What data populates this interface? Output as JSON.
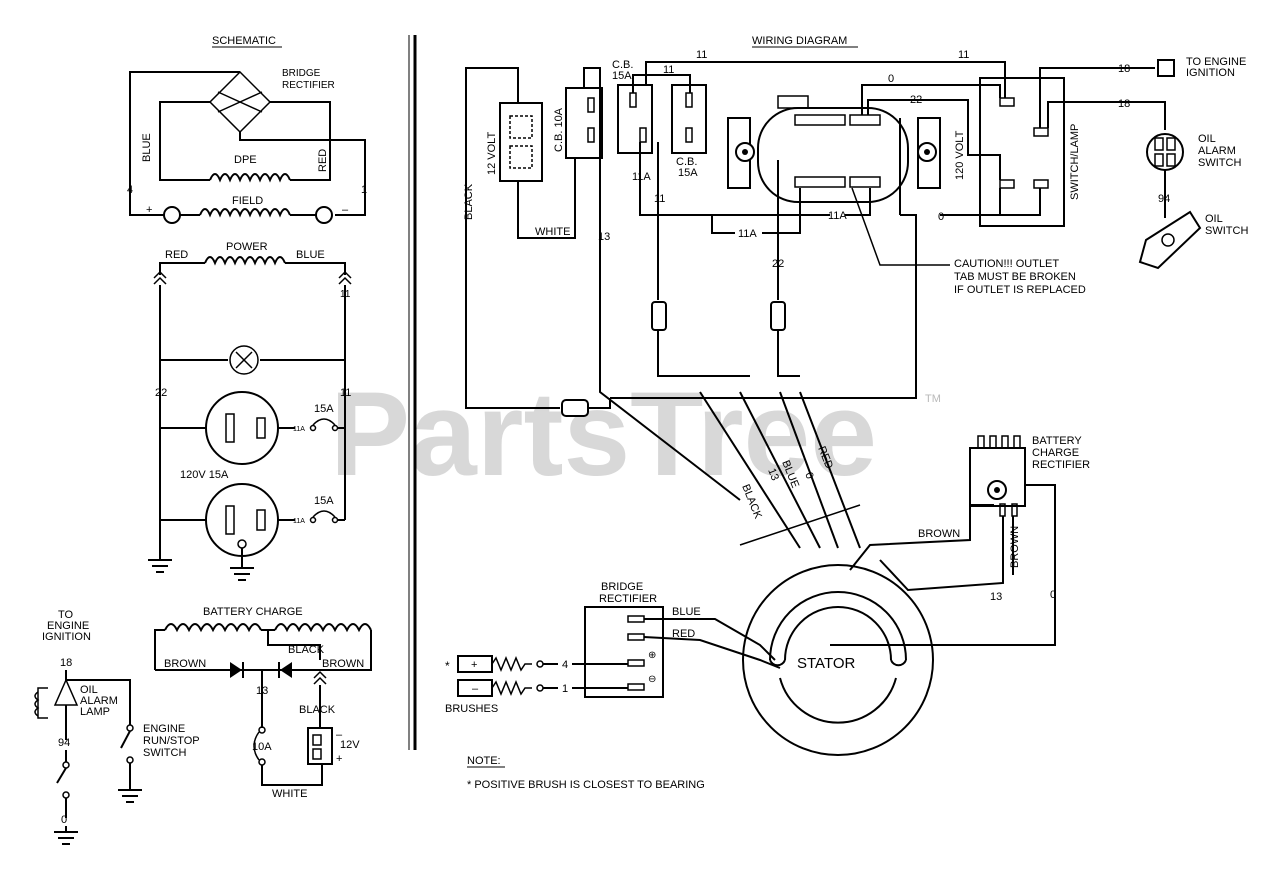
{
  "watermark": {
    "text": "PartsTree",
    "tm": "TM"
  },
  "schematic": {
    "title": "SCHEMATIC",
    "bridge_rectifier": "BRIDGE\nRECTIFIER",
    "blue": "BLUE",
    "red": "RED",
    "dpe": "DPE",
    "field": "FIELD",
    "plus": "+",
    "minus": "–",
    "wire4": "4",
    "wire1": "1",
    "power": "POWER",
    "power_red": "RED",
    "power_blue": "BLUE",
    "wire11a": "11",
    "wire22": "22",
    "wire11b": "11",
    "cb15a_1": "15A",
    "cb15a_2": "15A",
    "tag11a_1": "11A",
    "tag11a_2": "11A",
    "outlet_rating": "120V 15A"
  },
  "battery": {
    "title": "BATTERY CHARGE",
    "black_top": "BLACK",
    "brown_left": "BROWN",
    "brown_right": "BROWN",
    "wire13": "13",
    "black_bottom": "BLACK",
    "cb10a": "10A",
    "minus": "–",
    "v12": "12V",
    "plus": "+",
    "white": "WHITE"
  },
  "engine": {
    "to_engine_ignition": "TO\nENGINE\nIGNITION",
    "wire18": "18",
    "oil_alarm_lamp": "OIL\nALARM\nLAMP",
    "wire94": "94",
    "wire0": "0",
    "run_stop_switch": "ENGINE\nRUN/STOP\nSWITCH"
  },
  "wiring": {
    "title": "WIRING DIAGRAM",
    "cb15a_top": "C.B.\n15A",
    "w11_top": "11",
    "w11_a": "11",
    "w11_right": "11",
    "w0_top": "0",
    "w22_top": "22",
    "w18_a": "18",
    "w18_b": "18",
    "to_engine_ignition": "TO ENGINE\nIGNITION",
    "volt12": "12 VOLT",
    "cb10a": "C.B. 10A",
    "cb15a_mid": "C.B.\n15A",
    "w11a_left": "11A",
    "w11_mid": "11",
    "volt120": "120 VOLT",
    "switch_lamp": "SWITCH/LAMP",
    "oil_alarm_switch": "OIL\nALARM\nSWITCH",
    "w94": "94",
    "oil_switch": "OIL\nSWITCH",
    "black": "BLACK",
    "white": "WHITE",
    "w13": "13",
    "w11a_bottom": "11A",
    "w11a_right": "11A",
    "w0_right": "0",
    "w22_mid": "22",
    "caution": "CAUTION!!! OUTLET\nTAB MUST BE BROKEN\nIF OUTLET IS REPLACED",
    "harness_black": "BLACK",
    "harness_13": "13",
    "harness_blue": "BLUE",
    "harness_0": "0",
    "harness_red": "RED",
    "battery_charge_rectifier": "BATTERY\nCHARGE\nRECTIFIER",
    "brown_a": "BROWN",
    "brown_b": "BROWN",
    "w13_right": "13",
    "w0_far": "0",
    "bridge_rectifier": "BRIDGE\nRECTIFIER",
    "blue": "BLUE",
    "red": "RED",
    "stator": "STATOR",
    "star": "*",
    "plus": "+",
    "minus": "–",
    "w4": "4",
    "w1": "1",
    "brushes": "BRUSHES",
    "note_title": "NOTE:",
    "note_text": "* POSITIVE BRUSH IS CLOSEST TO BEARING"
  }
}
